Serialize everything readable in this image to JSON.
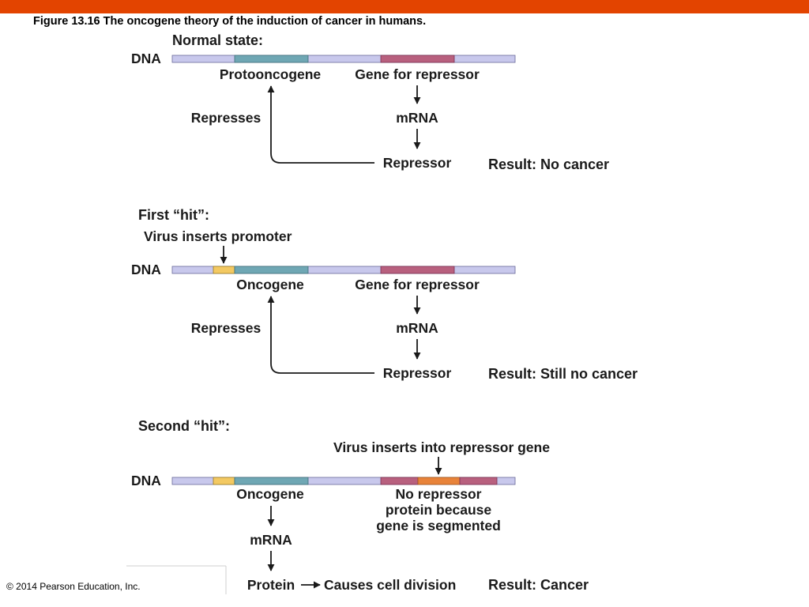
{
  "figure": {
    "caption": "Figure 13.16  The oncogene theory of the induction of cancer in humans.",
    "copyright": "© 2014 Pearson Education, Inc.",
    "colors": {
      "top_bar": "#E34400",
      "dna_strand": "#C8C8EC",
      "gene_teal": "#6FA7B4",
      "gene_repressor": "#B8607E",
      "promoter_yellow": "#F3C962",
      "virus_insert_orange": "#E8833A"
    }
  },
  "normal": {
    "heading": "Normal state:",
    "dna": "DNA",
    "protooncogene": "Protooncogene",
    "gene_for_repressor": "Gene for repressor",
    "represses": "Represses",
    "mrna": "mRNA",
    "repressor": "Repressor",
    "result": "Result: No cancer"
  },
  "first_hit": {
    "heading": "First “hit”:",
    "virus_inserts_promoter": "Virus inserts promoter",
    "dna": "DNA",
    "oncogene": "Oncogene",
    "gene_for_repressor": "Gene for repressor",
    "represses": "Represses",
    "mrna": "mRNA",
    "repressor": "Repressor",
    "result": "Result: Still no cancer"
  },
  "second_hit": {
    "heading": "Second “hit”:",
    "virus_inserts_repressor": "Virus inserts into repressor gene",
    "dna": "DNA",
    "oncogene": "Oncogene",
    "no_repressor_line1": "No repressor",
    "no_repressor_line2": "protein because",
    "no_repressor_line3": "gene is segmented",
    "mrna": "mRNA",
    "protein": "Protein",
    "causes_cell_division": "Causes cell division",
    "result": "Result: Cancer"
  }
}
